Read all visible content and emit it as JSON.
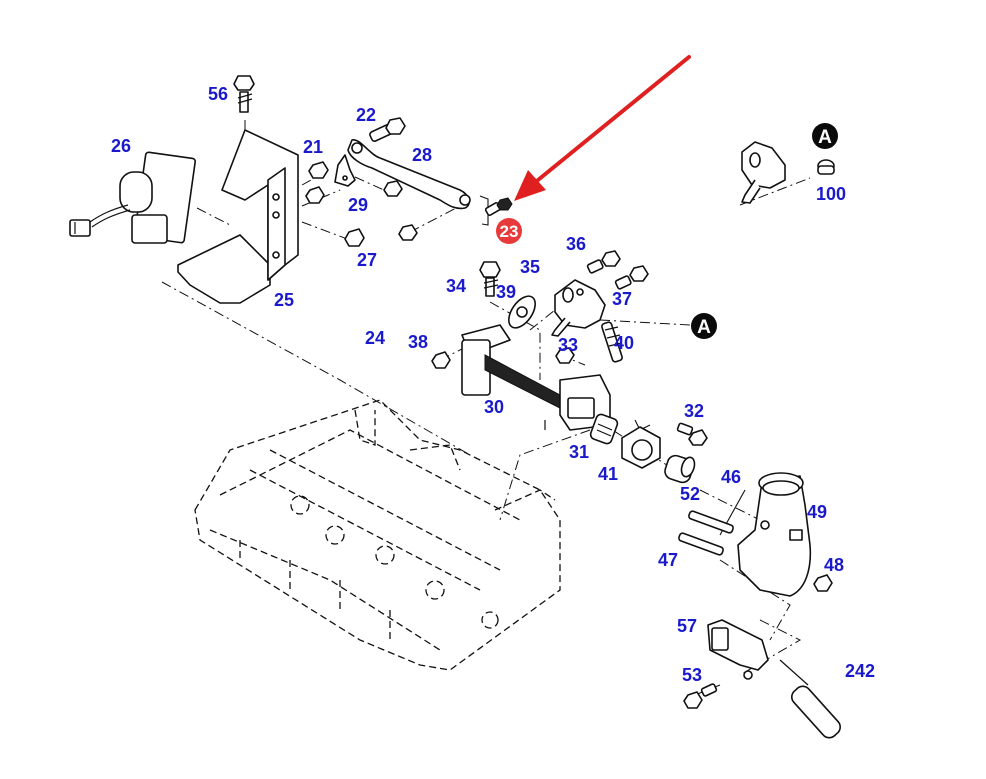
{
  "diagram": {
    "type": "exploded-parts-view",
    "callouts": {
      "p21": "21",
      "p22": "22",
      "p24": "24",
      "p25": "25",
      "p26": "26",
      "p27": "27",
      "p28": "28",
      "p29": "29",
      "p30": "30",
      "p31": "31",
      "p32": "32",
      "p33": "33",
      "p34": "34",
      "p35": "35",
      "p36": "36",
      "p37": "37",
      "p38": "38",
      "p39": "39",
      "p40": "40",
      "p41": "41",
      "p46": "46",
      "p47": "47",
      "p48": "48",
      "p49": "49",
      "p52": "52",
      "p53": "53",
      "p56": "56",
      "p57": "57",
      "p100": "100",
      "p242": "242"
    },
    "highlighted_part": {
      "label": "23",
      "color": "#e83a3a"
    },
    "reference_markers": [
      {
        "label": "A"
      },
      {
        "label": "A"
      }
    ],
    "arrow_color": "#e02020",
    "callout_color": "#1a1acc"
  }
}
